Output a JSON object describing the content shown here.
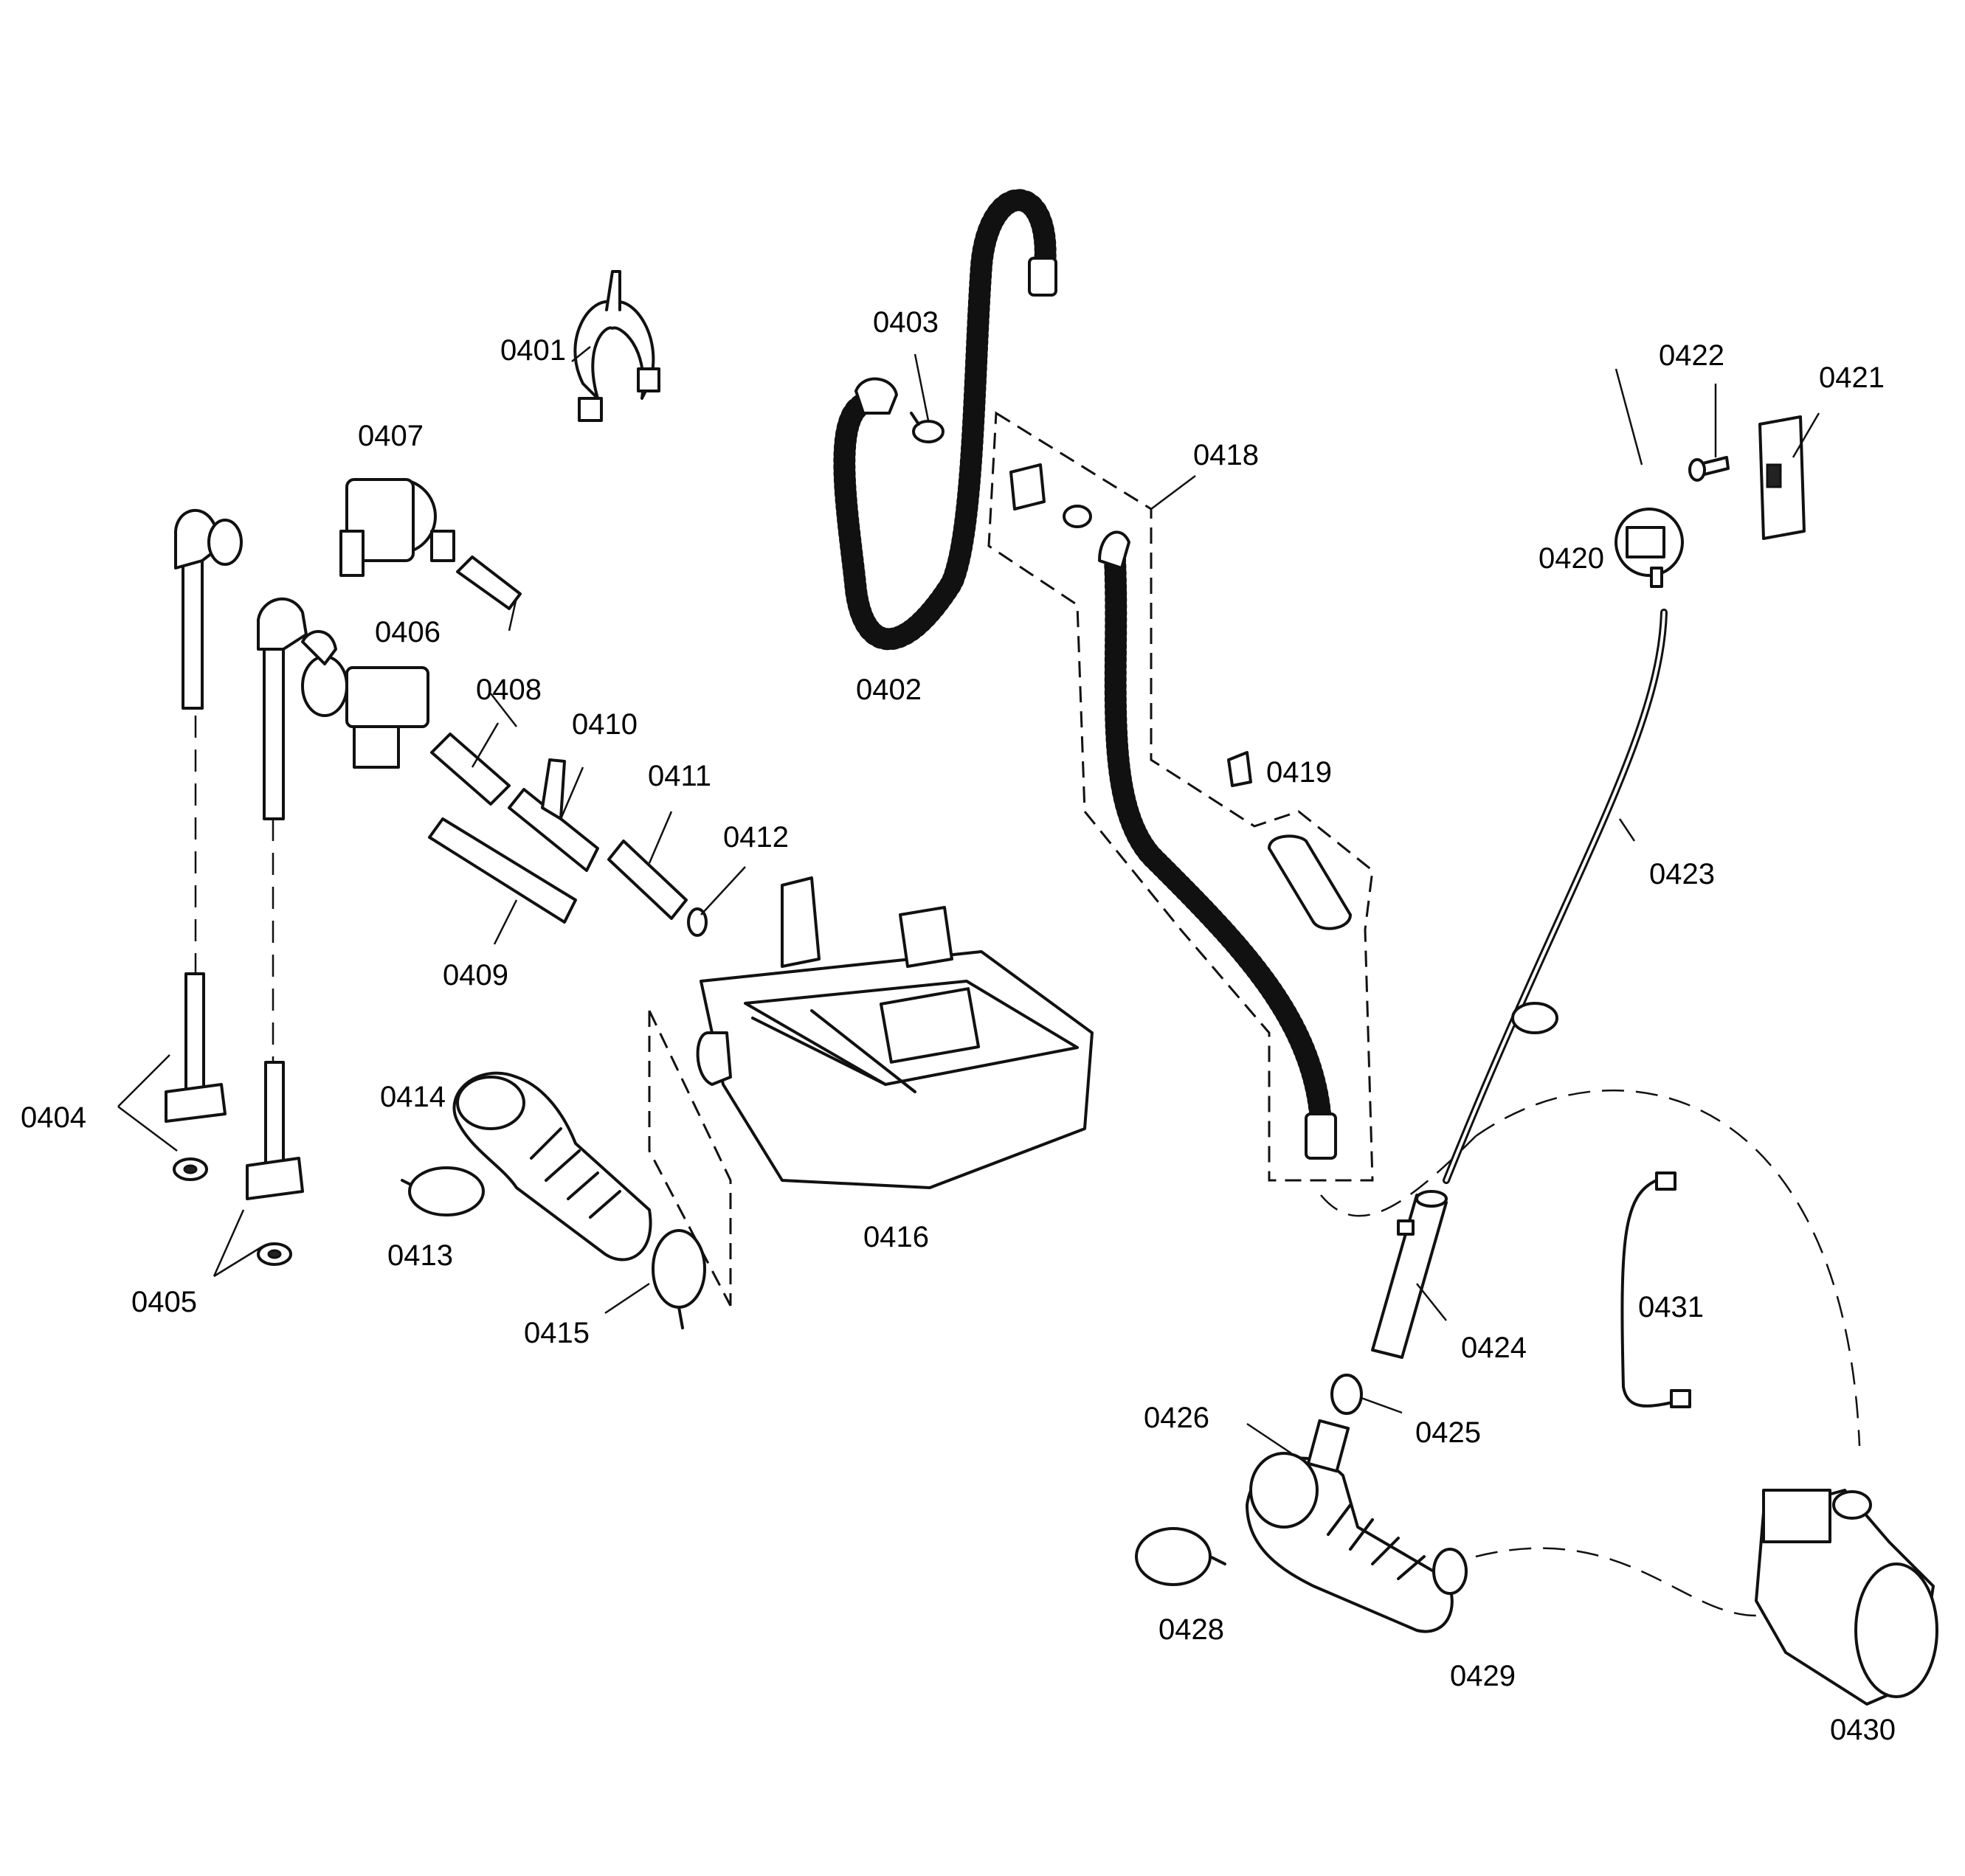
{
  "labels": [
    "0401",
    "0402",
    "0403",
    "0404",
    "0405",
    "0406",
    "0407",
    "0408",
    "0409",
    "0410",
    "0411",
    "0412",
    "0413",
    "0414",
    "0415",
    "0416",
    "0418",
    "0419",
    "0420",
    "0421",
    "0422",
    "0423",
    "0424",
    "0425",
    "0426",
    "0428",
    "0429",
    "0430",
    "0431"
  ]
}
